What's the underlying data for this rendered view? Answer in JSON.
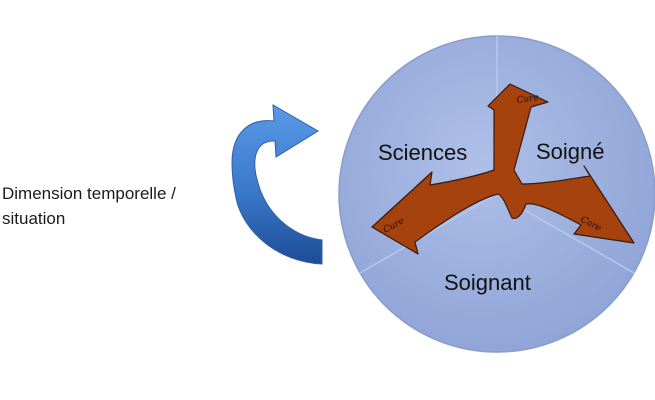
{
  "side_caption": {
    "line1": "Dimension temporelle /",
    "line2": "situation"
  },
  "segments": {
    "left": "Sciences",
    "right": "Soigné",
    "bottom": "Soignant"
  },
  "arrow_notes": {
    "top": "Cure",
    "left": "Cure",
    "right": "Care"
  },
  "colors": {
    "circle_fill": "#9eb3e0",
    "circle_stroke": "#8ea0cf",
    "tri_arrow_fill": "#a8420e",
    "tri_arrow_stroke": "#3a1a0a",
    "curved_arrow_light": "#4f8fdc",
    "curved_arrow_dark": "#1f4f9e"
  },
  "icons": {
    "cycle": "curved-arrow-icon",
    "branches": "three-way-arrow-icon"
  }
}
